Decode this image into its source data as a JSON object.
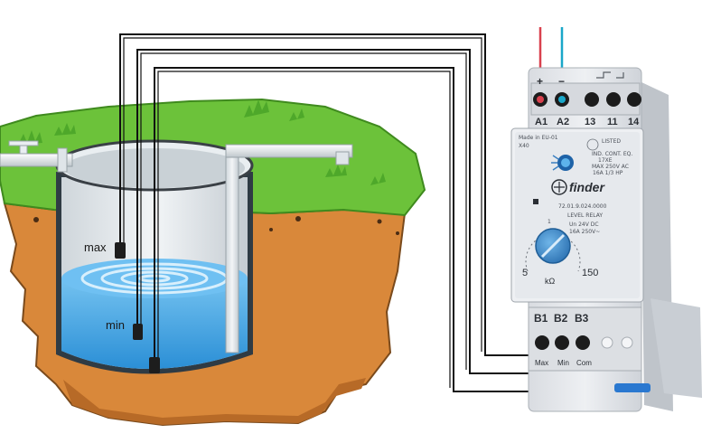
{
  "probes": {
    "max_label": "max",
    "min_label": "min"
  },
  "relay": {
    "top_terminals": [
      "+",
      "−",
      "",
      "",
      ""
    ],
    "top_labels": [
      "A1",
      "A2",
      "13",
      "11",
      "14"
    ],
    "made_in": "Made in EU-01",
    "code": "X40",
    "listed": "LISTED",
    "cert_lines": [
      "IND. CONT. EQ.",
      "17XE",
      "MAX 250V AC",
      "16A 1/3 HP"
    ],
    "brand": "finder",
    "model": "72.01.9.024.0000",
    "type": "LEVEL RELAY",
    "spec1": "Un 24V DC",
    "spec2": "16A 250V~",
    "dial_top": "1",
    "dial_left": "5",
    "dial_right": "150",
    "dial_unit": "kΩ",
    "bottom_labels": [
      "B1",
      "B2",
      "B3"
    ],
    "bottom_sub": [
      "Max",
      "Min",
      "Com"
    ]
  },
  "colors": {
    "grass": "#6cc23a",
    "soil": "#d9883a",
    "water": "#3fa6e8",
    "wire": "#111111",
    "wire_red": "#d9414e",
    "wire_blue": "#1aa7c9",
    "relay_body": "#e4e6ea"
  }
}
